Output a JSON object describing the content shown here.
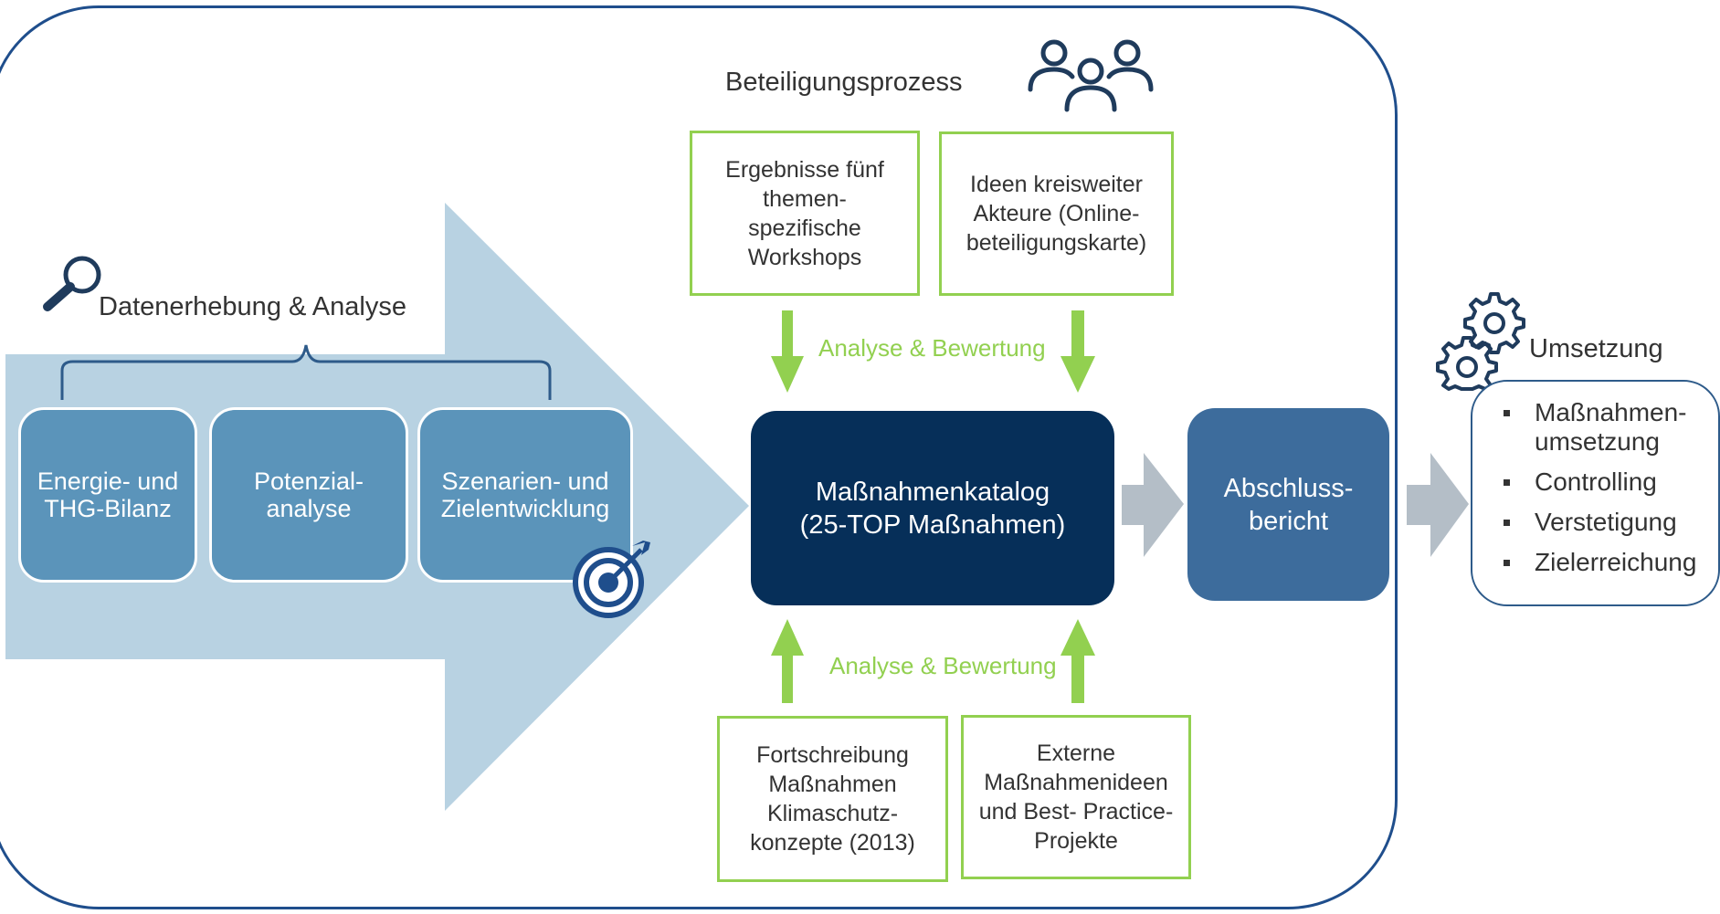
{
  "colors": {
    "frame": "#1f4e8c",
    "big_arrow": "#b8d2e2",
    "step_box": "#5b94ba",
    "catalog": "#062f59",
    "report": "#3d6c9c",
    "green": "#92d050",
    "gray_arrow": "#b4bec7",
    "icon": "#1f3b5c"
  },
  "analysis": {
    "title": "Datenerhebung & Analyse",
    "steps": [
      {
        "label": "Energie- und THG-Bilanz"
      },
      {
        "label": "Potenzial- analyse"
      },
      {
        "label": "Szenarien- und Zielentwicklung"
      }
    ],
    "icons": {
      "magnifier": "magnifier-icon",
      "target": "target-icon"
    }
  },
  "participation": {
    "title": "Beteiligungsprozess",
    "icon": "people-icon",
    "top_inputs": [
      {
        "label": "Ergebnisse fünf themen- spezifische Workshops"
      },
      {
        "label": "Ideen kreisweiter Akteure (Online- beteiligungskarte)"
      }
    ],
    "bottom_inputs": [
      {
        "label": "Fortschreibung Maßnahmen Klimaschutz- konzepte (2013)"
      },
      {
        "label": "Externe Maßnahmenideen und Best- Practice-Projekte"
      }
    ],
    "top_arrow_label": "Analyse & Bewertung",
    "bottom_arrow_label": "Analyse & Bewertung"
  },
  "catalog": {
    "line1": "Maßnahmenkatalog",
    "line2": "(25-TOP Maßnahmen)"
  },
  "report": {
    "line1": "Abschluss-",
    "line2": "bericht"
  },
  "implementation": {
    "title": "Umsetzung",
    "icon": "gears-icon",
    "items": [
      "Maßnahmen- umsetzung",
      "Controlling",
      "Verstetigung",
      "Zielerreichung"
    ]
  }
}
